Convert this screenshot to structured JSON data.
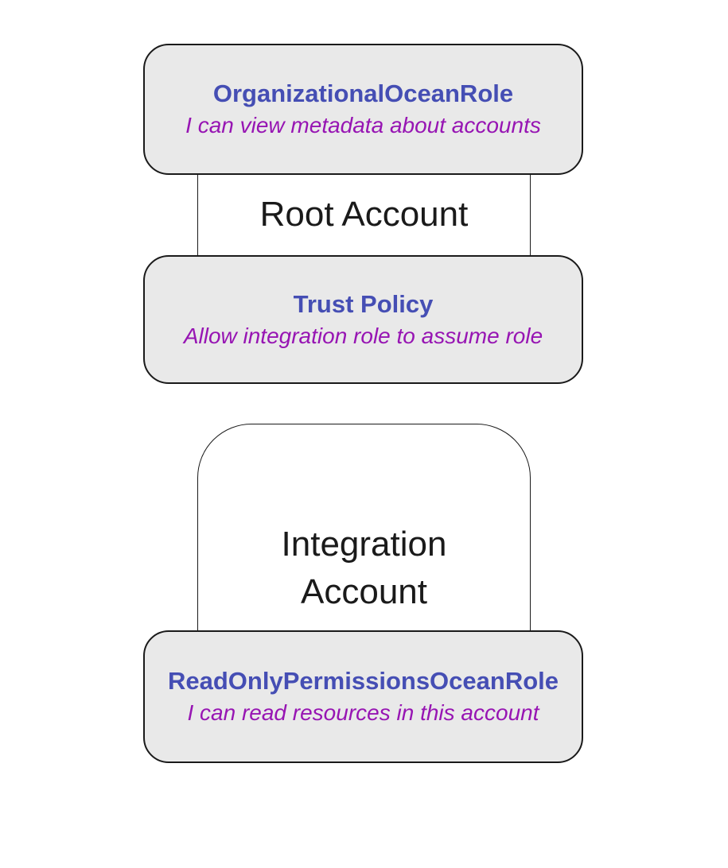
{
  "diagram": {
    "type": "flowchart-with-subgraphs",
    "clusters": [
      {
        "id": "root-account",
        "label": "Root Account"
      },
      {
        "id": "integration-account",
        "label": "Integration Account"
      }
    ],
    "nodes": [
      {
        "id": "organizational-ocean-role",
        "cluster": "root-account",
        "title": "OrganizationalOceanRole",
        "description": "I can view metadata about accounts"
      },
      {
        "id": "trust-policy",
        "cluster": "root-account",
        "title": "Trust Policy",
        "description": "Allow integration role to assume role"
      },
      {
        "id": "readonly-permissions-ocean-role",
        "cluster": "integration-account",
        "title": "ReadOnlyPermissionsOceanRole",
        "description": "I can read resources in this account"
      }
    ],
    "colors": {
      "node_fill": "#e9e9e9",
      "node_border": "#1a1a1a",
      "cluster_fill": "#ffffff",
      "cluster_border": "#1a1a1a",
      "title_color": "#454eb4",
      "description_color": "#9715b3",
      "label_color": "#1a1a1a",
      "page_bg": "#ffffff"
    }
  }
}
